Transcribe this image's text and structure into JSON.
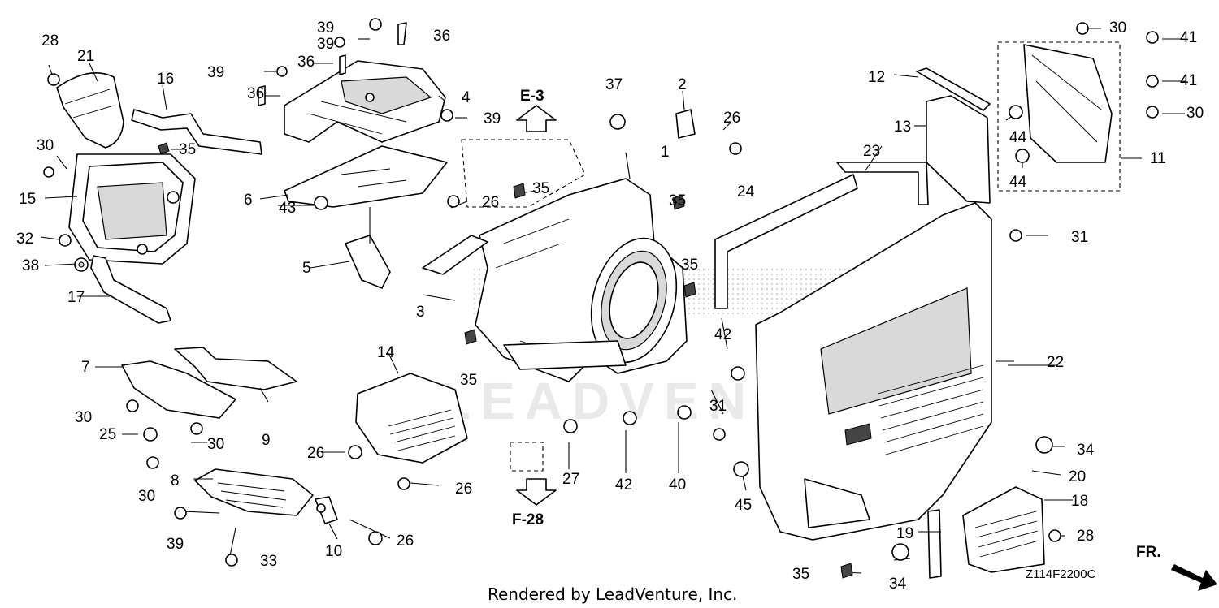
{
  "diagram": {
    "code": "Z114F2200C",
    "footer": "Rendered by LeadVenture, Inc.",
    "watermark": "LEADVENTURE",
    "front_marker": "FR.",
    "refs": [
      "E-3",
      "F-28"
    ],
    "callouts": [
      "1",
      "2",
      "3",
      "4",
      "5",
      "6",
      "7",
      "8",
      "9",
      "10",
      "11",
      "12",
      "13",
      "14",
      "15",
      "16",
      "17",
      "18",
      "19",
      "20",
      "21",
      "22",
      "23",
      "24",
      "25",
      "26",
      "27",
      "28",
      "30",
      "31",
      "32",
      "33",
      "34",
      "35",
      "36",
      "37",
      "38",
      "39",
      "40",
      "41",
      "42",
      "43",
      "44",
      "45"
    ]
  }
}
